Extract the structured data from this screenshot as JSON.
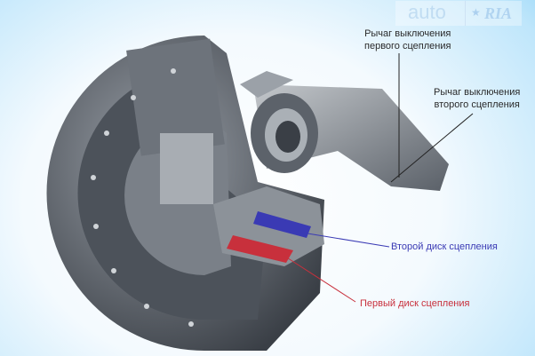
{
  "labels": {
    "lever_first": [
      "Рычаг выключения",
      "первого сцепления"
    ],
    "lever_second": [
      "Рычаг выключения",
      "второго сцепления"
    ],
    "disc_second": "Второй диск сцепления",
    "disc_first": "Первый диск сцепления"
  },
  "watermark": {
    "left": "auto",
    "right": "RIA"
  },
  "colors": {
    "disc_second": "#3a3ab4",
    "disc_first": "#c8303c"
  }
}
